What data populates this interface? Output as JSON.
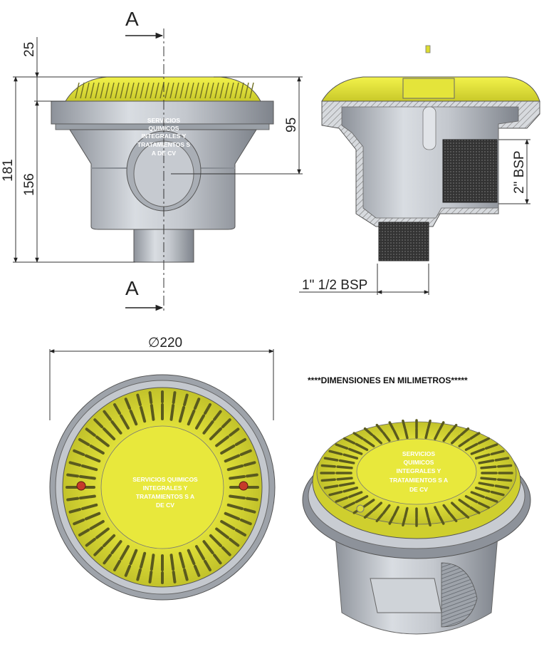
{
  "dimensions": {
    "d25": "25",
    "d181": "181",
    "d156": "156",
    "d95": "95",
    "d_bsp_side": "2\" BSP",
    "d_bsp_bottom": "1\" 1/2 BSP",
    "d_diameter": "∅220"
  },
  "section_marks": {
    "top": "A",
    "bottom": "A"
  },
  "watermark": {
    "front": [
      "SERVICIOS",
      "QUIMICOS",
      "INTEGRALES Y",
      "TRATAMIENTOS S",
      "A DE CV"
    ],
    "top": [
      "SERVICIOS QUIMICOS",
      "INTEGRALES Y",
      "TRATAMIENTOS S A",
      "DE CV"
    ],
    "iso": [
      "SERVICIOS",
      "QUIMICOS",
      "INTEGRALES Y",
      "TRATAMIENTOS S A",
      "DE CV"
    ]
  },
  "note": "****DIMENSIONES EN MILIMETROS*****",
  "colors": {
    "yellow": "#e8e83a",
    "body_grey": "#c9cdd2",
    "dark_grey": "#7b8088",
    "mesh": "#2a2a2a",
    "hatch": "#9aa0a8"
  }
}
